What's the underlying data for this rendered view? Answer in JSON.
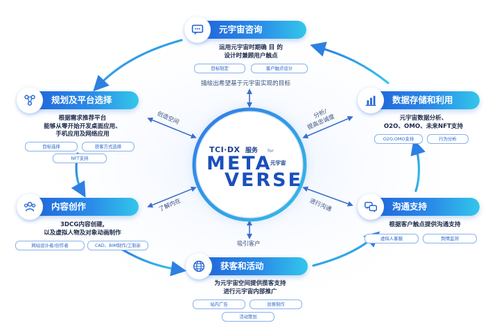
{
  "center": {
    "brand": "TCI·DX",
    "service": "服务",
    "for": "for",
    "meta": "META",
    "verse": "VERSE",
    "metaverse_cn": "元宇宙"
  },
  "nodes": {
    "consult": {
      "title": "元宇宙咨询",
      "desc": [
        "运用元宇宙时期确 目 的",
        "设计时兼顾用户触点"
      ],
      "tags": [
        "目标制定",
        "客户触点设计"
      ],
      "note": "描绘出希望基于元宇宙实现的目标"
    },
    "planning": {
      "title": "规划及平台选择",
      "desc": [
        "根据需求推荐平台",
        "能够从零开始开发桌面应用、",
        "手机应用及网络应用"
      ],
      "tags": [
        "目标选择",
        "获客方式选择",
        "NFT支持"
      ]
    },
    "content": {
      "title": "内容创作",
      "desc": [
        "3DCG内容创建,",
        "以及虚拟人物及对象动画制作"
      ],
      "tags": [
        "网站设计者/创作者",
        "CAD、BIM制作/工制亲"
      ]
    },
    "acquire": {
      "title": "获客和活动",
      "desc": [
        "为元宇宙空间提供揽客支持",
        "进行元宇宙内部推广"
      ],
      "tags": [
        "站内广告",
        "创意制作",
        "活动策划"
      ]
    },
    "communicate": {
      "title": "沟通支持",
      "desc": [
        "根据客户触点提供沟通支持"
      ],
      "tags": [
        "虚拟人客服",
        "舆情监测"
      ]
    },
    "data": {
      "title": "数据存储和利用",
      "desc": [
        "元宇宙数据分析、",
        "O2O、OMO、未来NFT支持"
      ],
      "tags": [
        "O2O,OMO支持",
        "行为分析"
      ]
    }
  },
  "connectors": {
    "top": "描绘出希望基于元宇宙实现的目标",
    "upper_left": "创造空间",
    "upper_right_1": "分析/",
    "upper_right_2": "提高忠诚度",
    "lower_left": "了解内在",
    "lower_right": "进行沟通",
    "bottom": "吸引客户"
  },
  "colors": {
    "accent_dark": "#1e5fd8",
    "accent_light": "#33c6ea",
    "text": "#1c2a4a",
    "tag_border": "#86b2ea"
  }
}
